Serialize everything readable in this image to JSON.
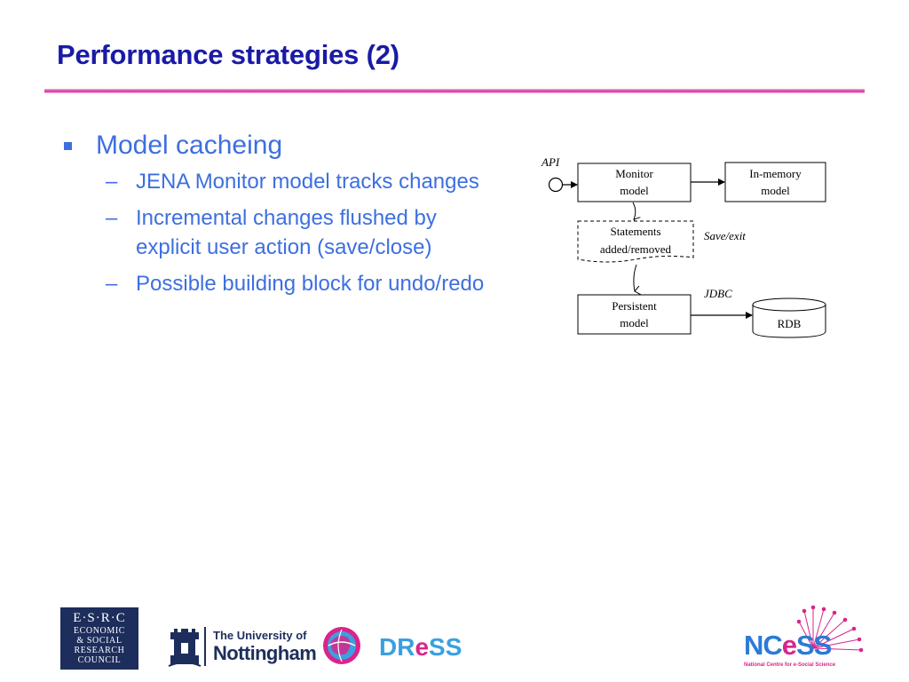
{
  "slide": {
    "title": "Performance strategies (2)",
    "bullet": "Model cacheing",
    "subbullets": [
      "JENA Monitor model tracks changes",
      "Incremental changes flushed by explicit user action (save/close)",
      "Possible building block for undo/redo"
    ],
    "accent_color": "#3d6fe0",
    "title_color": "#1a1aa6"
  },
  "diagram": {
    "api_label": "API",
    "monitor_line1": "Monitor",
    "monitor_line2": "model",
    "inmemory_line1": "In-memory",
    "inmemory_line2": "model",
    "statements_line1": "Statements",
    "statements_line2": "added/removed",
    "saveexit_label": "Save/exit",
    "jdbc_label": "JDBC",
    "persistent_line1": "Persistent",
    "persistent_line2": "model",
    "rdb_label": "RDB"
  },
  "logos": {
    "esrc_line1": "E·S·R·C",
    "esrc_line2": "ECONOMIC",
    "esrc_line3": "& SOCIAL",
    "esrc_line4": "RESEARCH",
    "esrc_line5": "COUNCIL",
    "uon_line1": "The University of",
    "uon_line2": "Nottingham",
    "dress_part1": "DR",
    "dress_part2": "e",
    "dress_part3": "SS",
    "ncess_part1": "NC",
    "ncess_part2": "e",
    "ncess_part3": "SS",
    "ncess_tagline": "National Centre for e-Social Science"
  }
}
